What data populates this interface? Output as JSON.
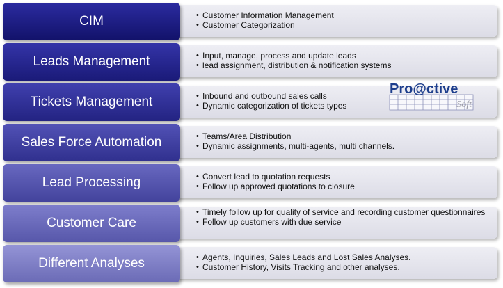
{
  "rows": [
    {
      "title": "CIM",
      "color_top": "#2b2ba0",
      "color_bottom": "#12126a",
      "bullets": [
        "Customer Information  Management",
        "Customer Categorization"
      ]
    },
    {
      "title": "Leads Management",
      "color_top": "#3434a8",
      "color_bottom": "#1a1a78",
      "bullets": [
        "Input,  manage, process and update leads",
        "lead assignment, distribution & notification systems"
      ]
    },
    {
      "title": "Tickets Management",
      "color_top": "#4040ae",
      "color_bottom": "#232382",
      "bullets": [
        "Inbound and outbound sales calls",
        "Dynamic categorization of tickets types"
      ]
    },
    {
      "title": "Sales Force Automation",
      "color_top": "#5252b6",
      "color_bottom": "#30308e",
      "bullets": [
        "Teams/Area Distribution",
        "Dynamic assignments, multi-agents, multi channels."
      ]
    },
    {
      "title": "Lead Processing",
      "color_top": "#6868c0",
      "color_bottom": "#43439c",
      "bullets": [
        "Convert  lead to quotation requests",
        "Follow up approved  quotations to closure"
      ]
    },
    {
      "title": "Customer  Care",
      "color_top": "#7e7ecc",
      "color_bottom": "#5757aa",
      "bullets": [
        "Timely follow up for  quality of service and recording customer questionnaires",
        "Follow up customers with due service"
      ]
    },
    {
      "title": "Different Analyses",
      "color_top": "#9494d6",
      "color_bottom": "#6b6bb6",
      "bullets": [
        "Agents, Inquiries, Sales Leads and Lost Sales Analyses.",
        "Customer History, Visits Tracking and other analyses."
      ]
    }
  ],
  "logo": {
    "text_main": "Pro@ctive",
    "text_sub": "Soft",
    "color_main": "#1c3d8c",
    "color_sub": "#9a9aa6",
    "grid_color": "#8a8fb8"
  }
}
